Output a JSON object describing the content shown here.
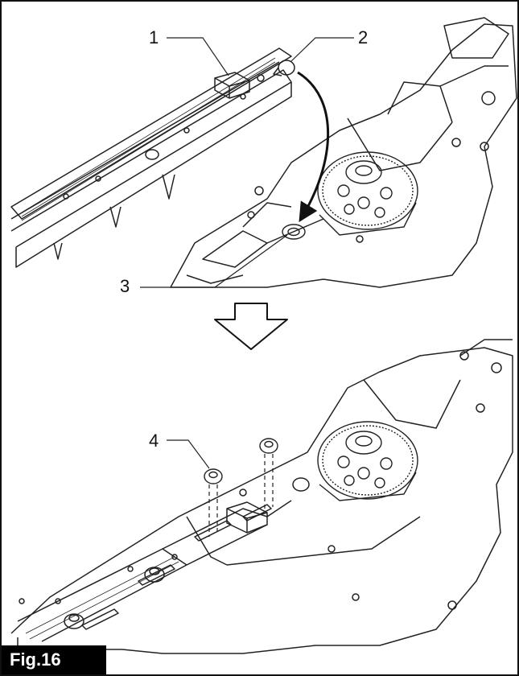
{
  "figure": {
    "label": "Fig.16",
    "callouts": {
      "c1": "1",
      "c2": "2",
      "c3": "3",
      "c4": "4"
    }
  }
}
